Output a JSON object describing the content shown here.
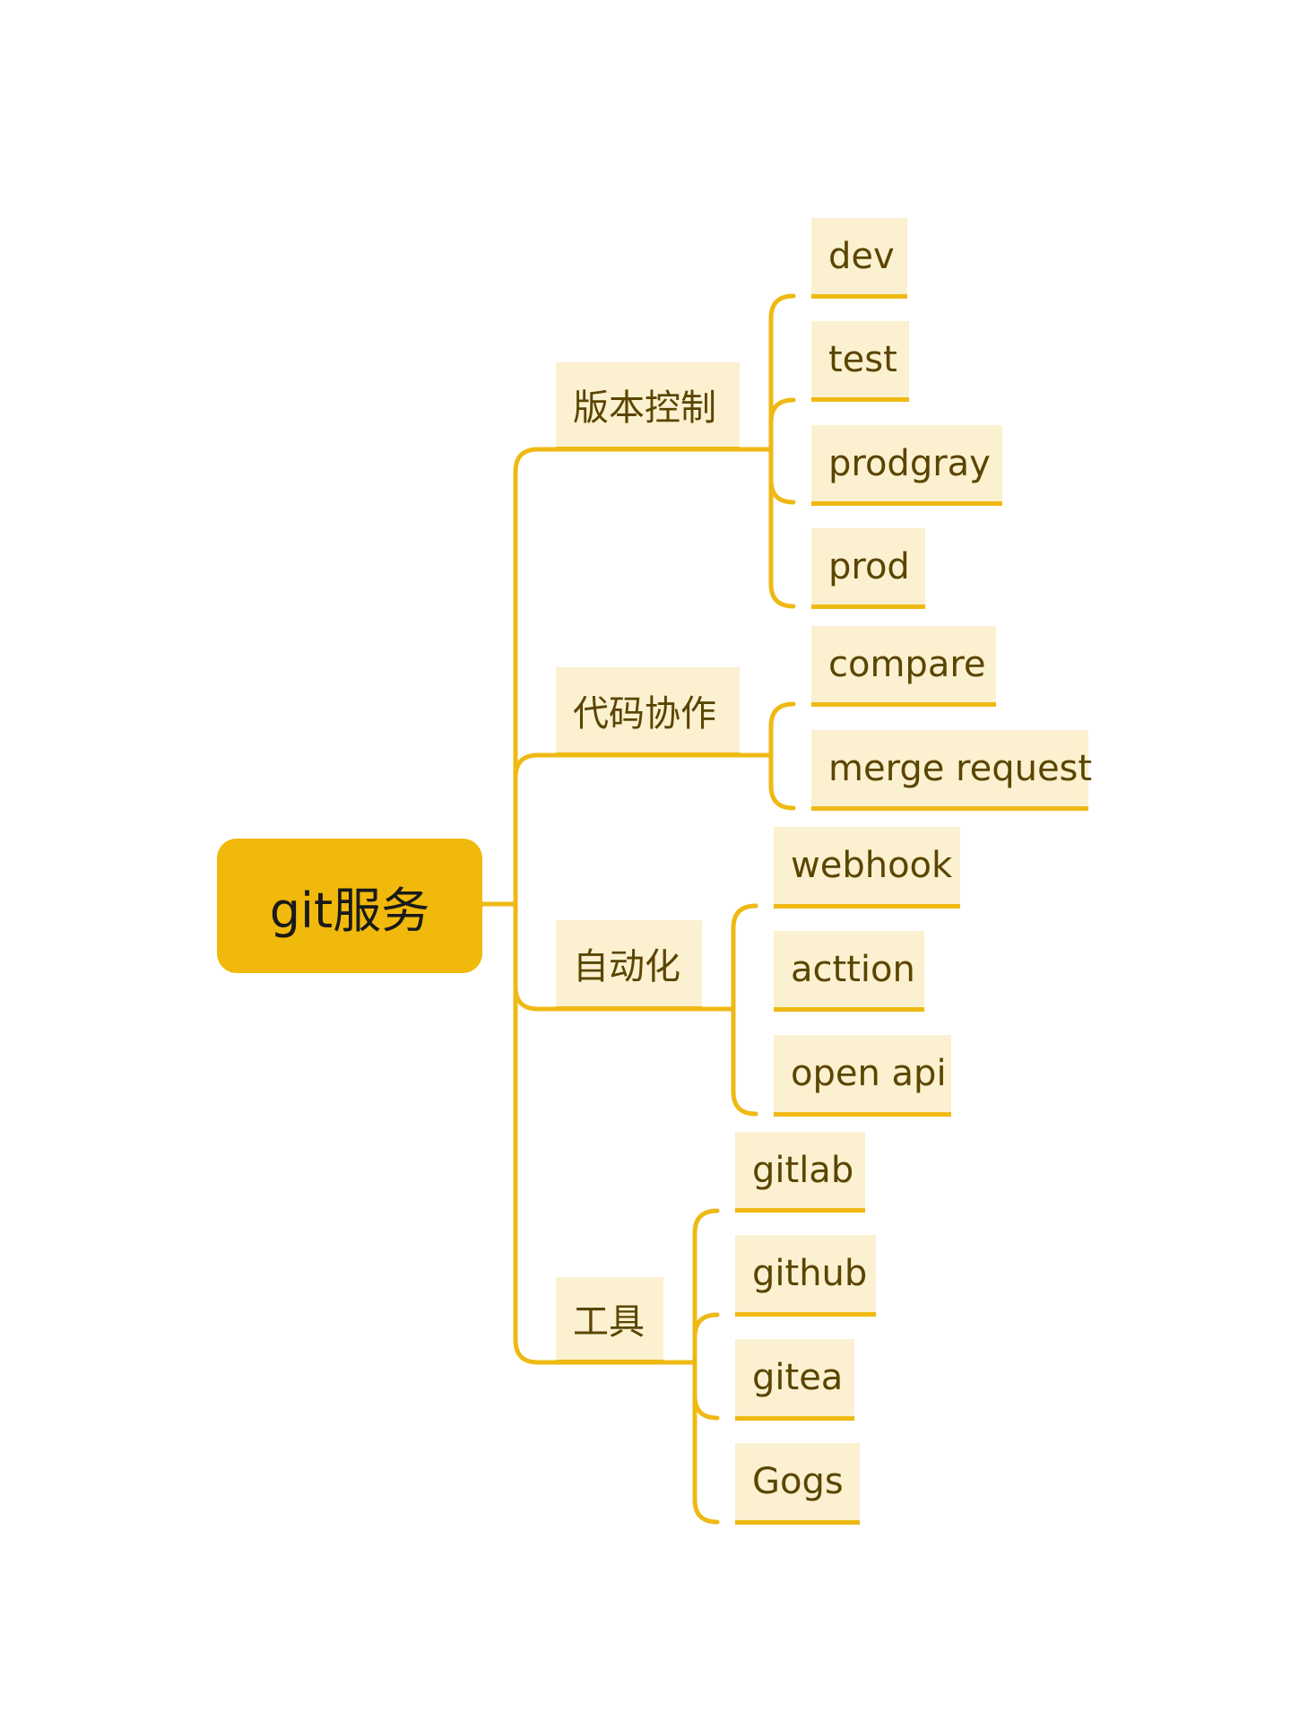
{
  "mindmap": {
    "root": {
      "label": "git服务"
    },
    "branches": [
      {
        "label": "版本控制",
        "children": [
          {
            "label": "dev"
          },
          {
            "label": "test"
          },
          {
            "label": "prodgray"
          },
          {
            "label": "prod"
          }
        ]
      },
      {
        "label": "代码协作",
        "children": [
          {
            "label": "compare"
          },
          {
            "label": "merge request"
          }
        ]
      },
      {
        "label": "自动化",
        "children": [
          {
            "label": "webhook"
          },
          {
            "label": "acttion"
          },
          {
            "label": "open api"
          }
        ]
      },
      {
        "label": "工具",
        "children": [
          {
            "label": "gitlab"
          },
          {
            "label": "github"
          },
          {
            "label": "gitea"
          },
          {
            "label": "Gogs"
          }
        ]
      }
    ]
  },
  "colors": {
    "root_fill": "#f0b90b",
    "node_fill": "#fbf0cf",
    "line": "#efb914",
    "node_text": "#5a4500",
    "root_text": "#1a1a1a"
  }
}
